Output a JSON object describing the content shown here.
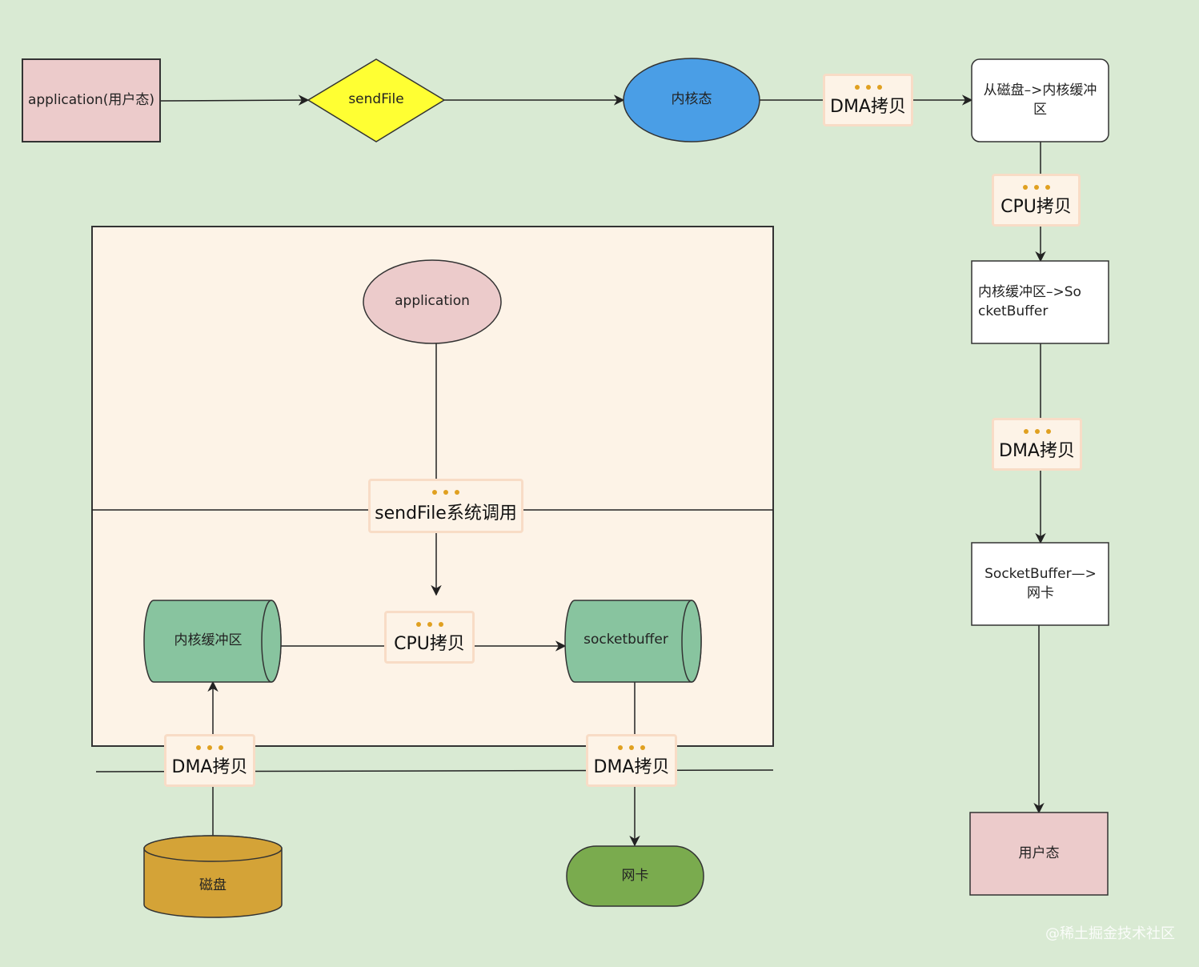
{
  "top_flow": {
    "application_user": "application(用户态)",
    "sendfile": "sendFile",
    "kernel_mode": "内核态",
    "dma_copy_1": "DMA拷贝",
    "disk_to_kernel": "从磁盘–>内核缓冲区"
  },
  "right_flow": {
    "cpu_copy": "CPU拷贝",
    "kernel_to_socket": "内核缓冲区–>SocketBuffer",
    "dma_copy_2": "DMA拷贝",
    "socket_to_nic": "SocketBuffer—>网卡",
    "user_mode": "用户态"
  },
  "inner_diagram": {
    "application": "application",
    "sendfile_syscall": "sendFile系统调用",
    "kernel_buffer": "内核缓冲区",
    "cpu_copy": "CPU拷贝",
    "socketbuffer": "socketbuffer",
    "dma_copy_disk": "DMA拷贝",
    "dma_copy_nic": "DMA拷贝",
    "disk": "磁盘",
    "nic": "网卡"
  },
  "watermark": "@稀土掘金技术社区",
  "colors": {
    "background": "#d9ead3",
    "pink": "#eccbcb",
    "yellow": "#ffff33",
    "blue": "#4a9ee6",
    "cream": "#fdf3e7",
    "green_cylinder": "#88c49f",
    "gold": "#d4a337",
    "nic_green": "#7aab4e"
  }
}
